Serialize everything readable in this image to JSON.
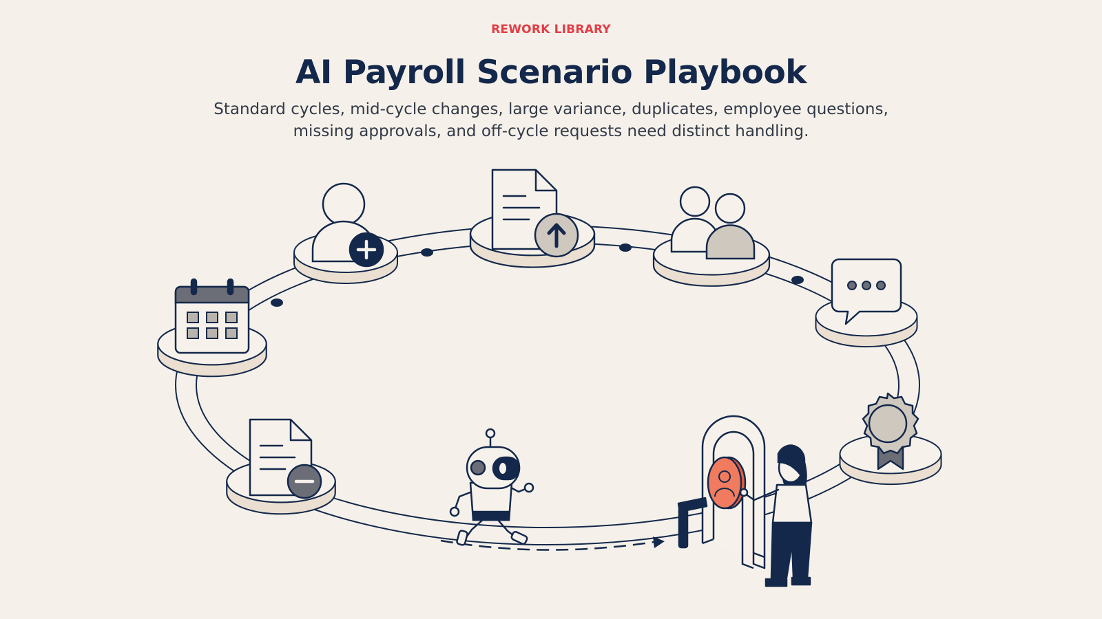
{
  "header": {
    "eyebrow": "REWORK LIBRARY",
    "title": "AI Payroll Scenario Playbook",
    "subtitle": "Standard cycles, mid-cycle changes, large variance, duplicates, employee questions, missing approvals, and off-cycle requests need distinct handling."
  },
  "colors": {
    "background": "#f5f1ea",
    "ink": "#14284b",
    "accent": "#e23d46",
    "platform_rim": "#eadfd0",
    "grey_fill": "#cfc8bf",
    "dark_grey": "#6b6e77",
    "coral": "#f07b5e"
  },
  "diagram": {
    "stations": [
      {
        "icon": "calendar-icon"
      },
      {
        "icon": "add-person-icon"
      },
      {
        "icon": "document-upload-icon"
      },
      {
        "icon": "duplicate-people-icon"
      },
      {
        "icon": "chat-bubble-icon"
      },
      {
        "icon": "award-badge-icon"
      },
      {
        "icon": "document-remove-icon"
      }
    ],
    "figures": [
      "robot-icon",
      "gate-icon",
      "person-icon"
    ]
  }
}
